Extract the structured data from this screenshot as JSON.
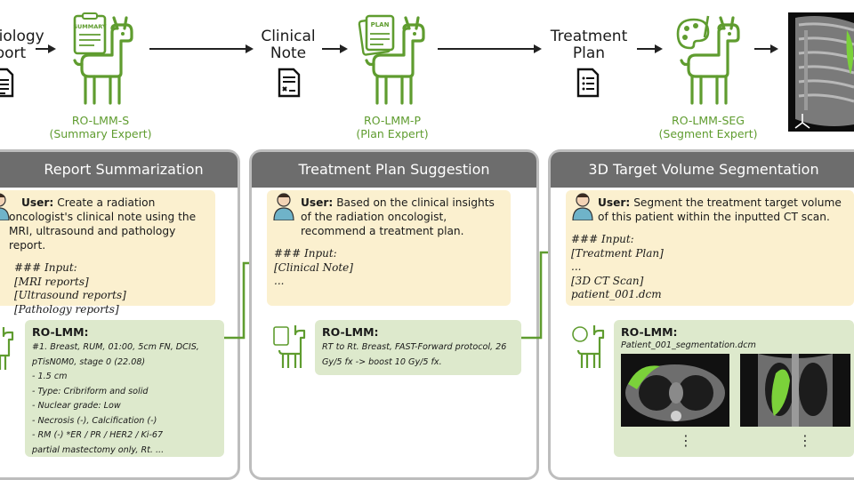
{
  "pipeline": {
    "stage0_label": "Radiology\nReport",
    "stage1_label": "Clinical\nNote",
    "stage2_label": "Treatment\nPlan",
    "expert1": {
      "name": "RO-LMM-S",
      "role": "(Summary Expert)",
      "badge": "SUMMARY"
    },
    "expert2": {
      "name": "RO-LMM-P",
      "role": "(Plan Expert)",
      "badge": "PLAN"
    },
    "expert3": {
      "name": "RO-LMM-SEG",
      "role": "(Segment Expert)"
    }
  },
  "panels": [
    {
      "title": "Report Summarization",
      "user_prefix": "User:",
      "user_text": "Create a radiation oncologist's clinical note using the MRI, ultrasound and pathology report.",
      "input_header": "### Input:",
      "inputs": [
        "[MRI reports]",
        "[Ultrasound reports]",
        "[Pathology reports]"
      ],
      "model_label": "RO-LMM:",
      "model_lines": [
        "#1. Breast, RUM, 01:00, 5cm FN, DCIS,",
        "pTisN0M0, stage 0 (22.08)",
        "- 1.5 cm",
        "- Type: Cribriform and solid",
        "- Nuclear grade: Low",
        "- Necrosis (-), Calcification (-)",
        "- RM (-) *ER / PR / HER2 / Ki-67",
        "partial mastectomy only, Rt. ..."
      ]
    },
    {
      "title": "Treatment Plan Suggestion",
      "user_prefix": "User:",
      "user_text": "Based on the clinical insights of the radiation oncologist, recommend a treatment plan.",
      "input_header": "### Input:",
      "inputs": [
        "[Clinical Note]",
        "..."
      ],
      "model_label": "RO-LMM:",
      "model_lines": [
        "RT to Rt. Breast, FAST-Forward protocol, 26",
        "Gy/5 fx -> boost 10 Gy/5 fx."
      ]
    },
    {
      "title": "3D Target Volume Segmentation",
      "user_prefix": "User:",
      "user_text": "Segment the treatment target volume of this patient within the inputted CT scan.",
      "input_header": "### Input:",
      "inputs": [
        "[Treatment Plan]",
        "...",
        "[3D CT Scan]",
        "patient_001.dcm"
      ],
      "model_label": "RO-LMM:",
      "model_file": "Patient_001_segmentation.dcm",
      "model_dots": [
        "⋮",
        "⋮"
      ]
    }
  ],
  "colors": {
    "accent_green": "#5f9c2f",
    "user_bg": "#fbf0cf",
    "model_bg": "#dde9cc",
    "panel_head": "#6d6d6d"
  }
}
